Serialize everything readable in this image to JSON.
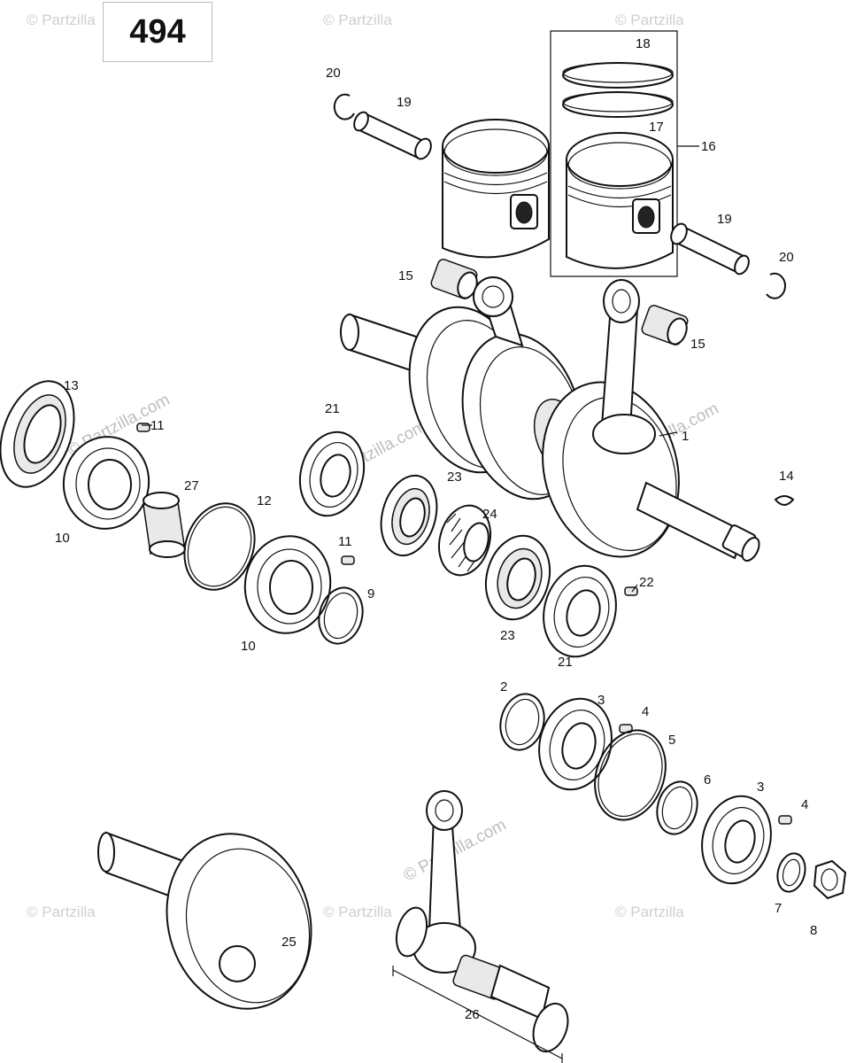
{
  "diagram_number": "494",
  "watermark": "© Partzilla",
  "watermark_diagonal": "© Partzilla.com",
  "labels": {
    "l1": "1",
    "l2": "2",
    "l3a": "3",
    "l3b": "3",
    "l4a": "4",
    "l4b": "4",
    "l5": "5",
    "l6": "6",
    "l7": "7",
    "l8": "8",
    "l9": "9",
    "l10a": "10",
    "l10b": "10",
    "l11a": "11",
    "l11b": "11",
    "l12": "12",
    "l13": "13",
    "l14": "14",
    "l15a": "15",
    "l15b": "15",
    "l16": "16",
    "l17": "17",
    "l18": "18",
    "l19a": "19",
    "l19b": "19",
    "l20a": "20",
    "l20b": "20",
    "l21a": "21",
    "l21b": "21",
    "l22": "22",
    "l23a": "23",
    "l23b": "23",
    "l24": "24",
    "l25": "25",
    "l26": "26",
    "l27": "27"
  }
}
